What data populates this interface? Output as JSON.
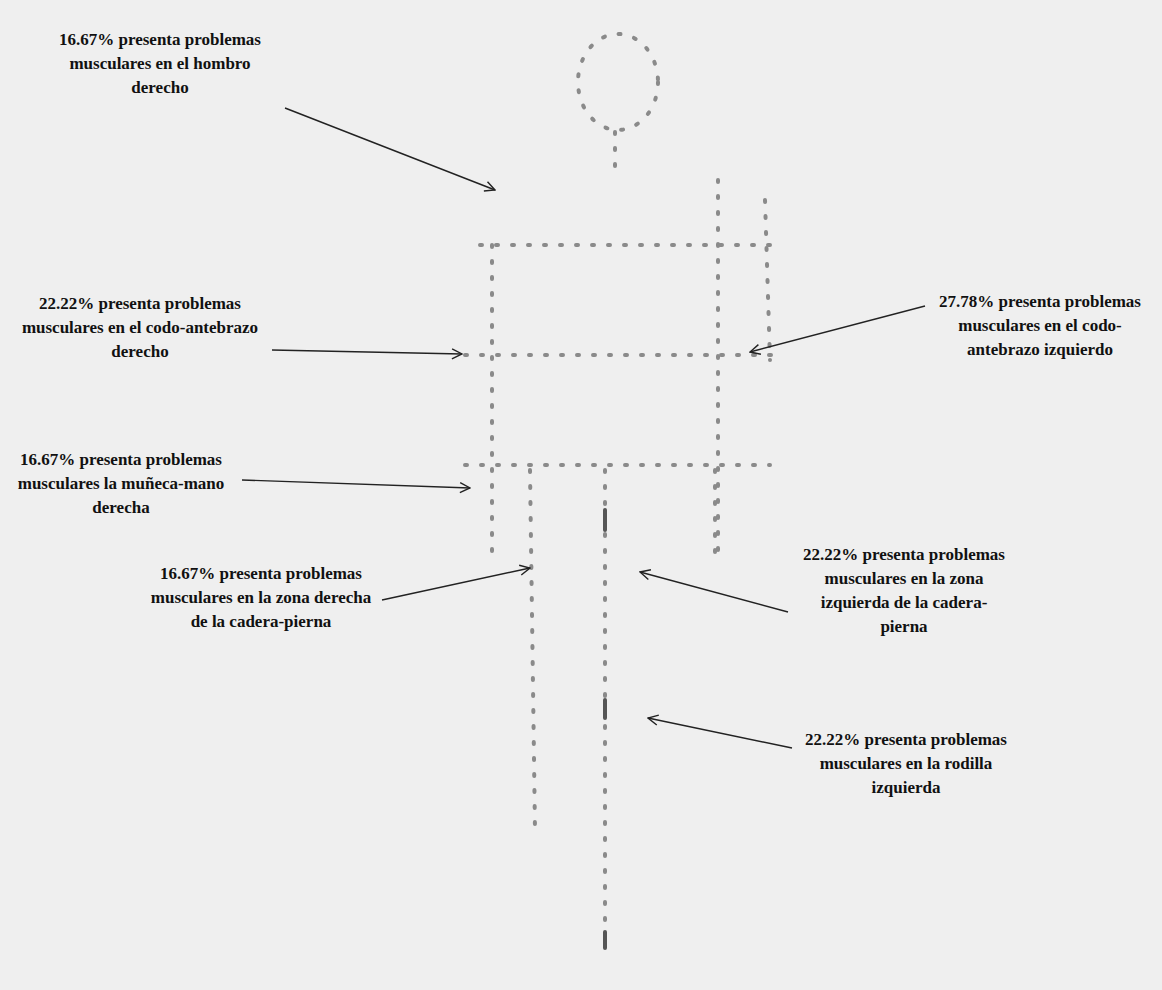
{
  "diagram": {
    "labels": [
      "16.67% presenta problemas musculares en el hombro derecho",
      "22.22% presenta problemas musculares en el codo-antebrazo derecho",
      "27.78% presenta problemas musculares en el codo-antebrazo izquierdo",
      "16.67% presenta problemas musculares la muñeca-mano derecha",
      "16.67% presenta problemas musculares en la zona derecha de la cadera-pierna",
      "22.22% presenta problemas musculares en la zona izquierda de la cadera-pierna",
      "22.22% presenta problemas musculares en la rodilla izquierda"
    ]
  }
}
